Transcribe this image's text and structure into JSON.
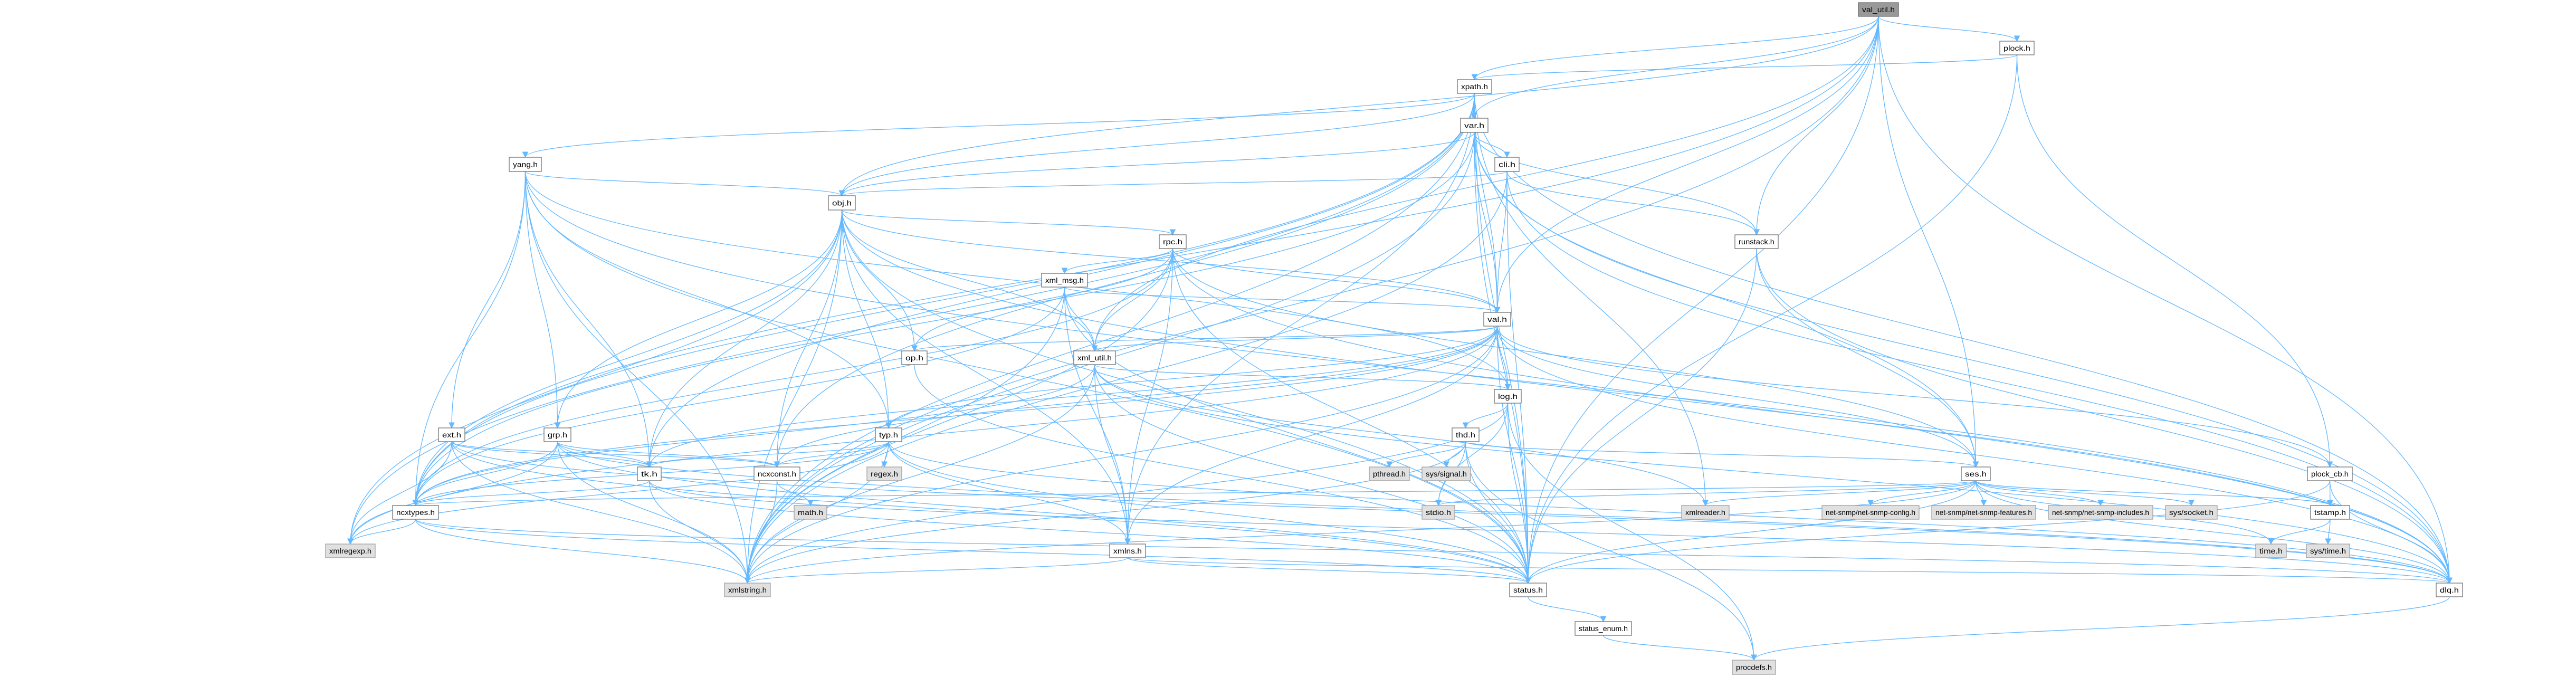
{
  "graph": {
    "root": "val_util.h",
    "colors": {
      "edge": "#63b8ff",
      "node_border": "#666666",
      "system_fill": "#e0e0e0",
      "root_fill": "#999999"
    },
    "nodes": [
      {
        "id": "val_util.h",
        "kind": "root"
      },
      {
        "id": "plock.h",
        "kind": "local"
      },
      {
        "id": "xpath.h",
        "kind": "local"
      },
      {
        "id": "var.h",
        "kind": "local"
      },
      {
        "id": "cli.h",
        "kind": "local"
      },
      {
        "id": "yang.h",
        "kind": "local"
      },
      {
        "id": "obj.h",
        "kind": "local"
      },
      {
        "id": "rpc.h",
        "kind": "local"
      },
      {
        "id": "runstack.h",
        "kind": "local"
      },
      {
        "id": "xml_msg.h",
        "kind": "local"
      },
      {
        "id": "val.h",
        "kind": "local"
      },
      {
        "id": "op.h",
        "kind": "local"
      },
      {
        "id": "xml_util.h",
        "kind": "local"
      },
      {
        "id": "log.h",
        "kind": "local"
      },
      {
        "id": "ext.h",
        "kind": "local"
      },
      {
        "id": "grp.h",
        "kind": "local"
      },
      {
        "id": "typ.h",
        "kind": "local"
      },
      {
        "id": "thd.h",
        "kind": "local"
      },
      {
        "id": "tk.h",
        "kind": "local"
      },
      {
        "id": "ncxconst.h",
        "kind": "local"
      },
      {
        "id": "regex.h",
        "kind": "system"
      },
      {
        "id": "pthread.h",
        "kind": "system"
      },
      {
        "id": "sys/signal.h",
        "kind": "system"
      },
      {
        "id": "ses.h",
        "kind": "local"
      },
      {
        "id": "plock_cb.h",
        "kind": "local"
      },
      {
        "id": "ncxtypes.h",
        "kind": "local"
      },
      {
        "id": "math.h",
        "kind": "system"
      },
      {
        "id": "stdio.h",
        "kind": "system"
      },
      {
        "id": "xmlreader.h",
        "kind": "system"
      },
      {
        "id": "net-snmp/net-snmp-config.h",
        "kind": "system"
      },
      {
        "id": "net-snmp/net-snmp-features.h",
        "kind": "system"
      },
      {
        "id": "net-snmp/net-snmp-includes.h",
        "kind": "system"
      },
      {
        "id": "sys/socket.h",
        "kind": "system"
      },
      {
        "id": "tstamp.h",
        "kind": "local"
      },
      {
        "id": "xmlregexp.h",
        "kind": "system"
      },
      {
        "id": "xmlns.h",
        "kind": "local"
      },
      {
        "id": "time.h",
        "kind": "system"
      },
      {
        "id": "sys/time.h",
        "kind": "system"
      },
      {
        "id": "xmlstring.h",
        "kind": "system"
      },
      {
        "id": "status.h",
        "kind": "local"
      },
      {
        "id": "dlq.h",
        "kind": "local"
      },
      {
        "id": "status_enum.h",
        "kind": "local"
      },
      {
        "id": "procdefs.h",
        "kind": "system"
      }
    ],
    "edges": [
      [
        "val_util.h",
        "xmlstring.h"
      ],
      [
        "val_util.h",
        "plock.h"
      ],
      [
        "val_util.h",
        "xpath.h"
      ],
      [
        "val_util.h",
        "var.h"
      ],
      [
        "val_util.h",
        "obj.h"
      ],
      [
        "val_util.h",
        "runstack.h"
      ],
      [
        "val_util.h",
        "val.h"
      ],
      [
        "val_util.h",
        "ses.h"
      ],
      [
        "val_util.h",
        "ncxtypes.h"
      ],
      [
        "val_util.h",
        "status.h"
      ],
      [
        "val_util.h",
        "dlq.h"
      ],
      [
        "val_util.h",
        "xml_util.h"
      ],
      [
        "plock.h",
        "xpath.h"
      ],
      [
        "plock.h",
        "plock_cb.h"
      ],
      [
        "plock.h",
        "status.h"
      ],
      [
        "xpath.h",
        "xmlstring.h"
      ],
      [
        "xpath.h",
        "xmlregexp.h"
      ],
      [
        "xpath.h",
        "var.h"
      ],
      [
        "xpath.h",
        "yang.h"
      ],
      [
        "xpath.h",
        "obj.h"
      ],
      [
        "xpath.h",
        "val.h"
      ],
      [
        "xpath.h",
        "tk.h"
      ],
      [
        "xpath.h",
        "ncxtypes.h"
      ],
      [
        "xpath.h",
        "ncxconst.h"
      ],
      [
        "xpath.h",
        "xmlreader.h"
      ],
      [
        "xpath.h",
        "status.h"
      ],
      [
        "xpath.h",
        "dlq.h"
      ],
      [
        "xpath.h",
        "xmlns.h"
      ],
      [
        "var.h",
        "xmlstring.h"
      ],
      [
        "var.h",
        "cli.h"
      ],
      [
        "var.h",
        "obj.h"
      ],
      [
        "var.h",
        "val.h"
      ],
      [
        "var.h",
        "runstack.h"
      ],
      [
        "var.h",
        "ses.h"
      ],
      [
        "var.h",
        "ncxtypes.h"
      ],
      [
        "var.h",
        "status.h"
      ],
      [
        "var.h",
        "dlq.h"
      ],
      [
        "cli.h",
        "xmlstring.h"
      ],
      [
        "cli.h",
        "obj.h"
      ],
      [
        "cli.h",
        "val.h"
      ],
      [
        "cli.h",
        "runstack.h"
      ],
      [
        "cli.h",
        "status.h"
      ],
      [
        "cli.h",
        "dlq.h"
      ],
      [
        "yang.h",
        "xmlstring.h"
      ],
      [
        "yang.h",
        "obj.h"
      ],
      [
        "yang.h",
        "ext.h"
      ],
      [
        "yang.h",
        "grp.h"
      ],
      [
        "yang.h",
        "typ.h"
      ],
      [
        "yang.h",
        "tk.h"
      ],
      [
        "yang.h",
        "ncxtypes.h"
      ],
      [
        "yang.h",
        "status.h"
      ],
      [
        "yang.h",
        "dlq.h"
      ],
      [
        "yang.h",
        "log.h"
      ],
      [
        "obj.h",
        "xmlstring.h"
      ],
      [
        "obj.h",
        "xmlregexp.h"
      ],
      [
        "obj.h",
        "rpc.h"
      ],
      [
        "obj.h",
        "grp.h"
      ],
      [
        "obj.h",
        "typ.h"
      ],
      [
        "obj.h",
        "tk.h"
      ],
      [
        "obj.h",
        "ncxconst.h"
      ],
      [
        "obj.h",
        "ncxtypes.h"
      ],
      [
        "obj.h",
        "xml_util.h"
      ],
      [
        "obj.h",
        "xmlns.h"
      ],
      [
        "obj.h",
        "status.h"
      ],
      [
        "obj.h",
        "dlq.h"
      ],
      [
        "obj.h",
        "op.h"
      ],
      [
        "obj.h",
        "val.h"
      ],
      [
        "rpc.h",
        "xmlstring.h"
      ],
      [
        "rpc.h",
        "xml_msg.h"
      ],
      [
        "rpc.h",
        "val.h"
      ],
      [
        "rpc.h",
        "xml_util.h"
      ],
      [
        "rpc.h",
        "ses.h"
      ],
      [
        "rpc.h",
        "status.h"
      ],
      [
        "rpc.h",
        "xmlns.h"
      ],
      [
        "rpc.h",
        "ncxtypes.h"
      ],
      [
        "rpc.h",
        "dlq.h"
      ],
      [
        "rpc.h",
        "op.h"
      ],
      [
        "runstack.h",
        "ses.h"
      ],
      [
        "runstack.h",
        "status.h"
      ],
      [
        "runstack.h",
        "dlq.h"
      ],
      [
        "xml_msg.h",
        "xmlstring.h"
      ],
      [
        "xml_msg.h",
        "val.h"
      ],
      [
        "xml_msg.h",
        "xml_util.h"
      ],
      [
        "xml_msg.h",
        "ncxtypes.h"
      ],
      [
        "xml_msg.h",
        "status.h"
      ],
      [
        "xml_msg.h",
        "xmlns.h"
      ],
      [
        "val.h",
        "xmlstring.h"
      ],
      [
        "val.h",
        "xmlregexp.h"
      ],
      [
        "val.h",
        "op.h"
      ],
      [
        "val.h",
        "xml_util.h"
      ],
      [
        "val.h",
        "log.h"
      ],
      [
        "val.h",
        "typ.h"
      ],
      [
        "val.h",
        "tk.h"
      ],
      [
        "val.h",
        "ncxconst.h"
      ],
      [
        "val.h",
        "ncxtypes.h"
      ],
      [
        "val.h",
        "ses.h"
      ],
      [
        "val.h",
        "plock_cb.h"
      ],
      [
        "val.h",
        "xmlns.h"
      ],
      [
        "val.h",
        "status.h"
      ],
      [
        "val.h",
        "dlq.h"
      ],
      [
        "op.h",
        "status.h"
      ],
      [
        "xml_util.h",
        "xmlstring.h"
      ],
      [
        "xml_util.h",
        "xmlreader.h"
      ],
      [
        "xml_util.h",
        "log.h"
      ],
      [
        "xml_util.h",
        "ncxtypes.h"
      ],
      [
        "xml_util.h",
        "xmlns.h"
      ],
      [
        "xml_util.h",
        "status.h"
      ],
      [
        "xml_util.h",
        "dlq.h"
      ],
      [
        "log.h",
        "thd.h"
      ],
      [
        "log.h",
        "stdio.h"
      ],
      [
        "log.h",
        "status.h"
      ],
      [
        "log.h",
        "procdefs.h"
      ],
      [
        "log.h",
        "xmlstring.h"
      ],
      [
        "ext.h",
        "xmlstring.h"
      ],
      [
        "ext.h",
        "xmlregexp.h"
      ],
      [
        "ext.h",
        "tk.h"
      ],
      [
        "ext.h",
        "ncxconst.h"
      ],
      [
        "ext.h",
        "ncxtypes.h"
      ],
      [
        "ext.h",
        "status.h"
      ],
      [
        "ext.h",
        "dlq.h"
      ],
      [
        "grp.h",
        "xmlstring.h"
      ],
      [
        "grp.h",
        "xmlregexp.h"
      ],
      [
        "grp.h",
        "tk.h"
      ],
      [
        "grp.h",
        "ncxconst.h"
      ],
      [
        "grp.h",
        "ncxtypes.h"
      ],
      [
        "grp.h",
        "status.h"
      ],
      [
        "grp.h",
        "dlq.h"
      ],
      [
        "typ.h",
        "xmlstring.h"
      ],
      [
        "typ.h",
        "xmlregexp.h"
      ],
      [
        "typ.h",
        "regex.h"
      ],
      [
        "typ.h",
        "tk.h"
      ],
      [
        "typ.h",
        "ncxconst.h"
      ],
      [
        "typ.h",
        "ncxtypes.h"
      ],
      [
        "typ.h",
        "xmlns.h"
      ],
      [
        "typ.h",
        "status.h"
      ],
      [
        "typ.h",
        "dlq.h"
      ],
      [
        "thd.h",
        "pthread.h"
      ],
      [
        "thd.h",
        "sys/signal.h"
      ],
      [
        "thd.h",
        "stdio.h"
      ],
      [
        "thd.h",
        "ses.h"
      ],
      [
        "thd.h",
        "status.h"
      ],
      [
        "thd.h",
        "xmlstring.h"
      ],
      [
        "thd.h",
        "procdefs.h"
      ],
      [
        "tk.h",
        "xmlstring.h"
      ],
      [
        "tk.h",
        "ncxtypes.h"
      ],
      [
        "tk.h",
        "status.h"
      ],
      [
        "tk.h",
        "dlq.h"
      ],
      [
        "ncxconst.h",
        "xmlstring.h"
      ],
      [
        "ncxconst.h",
        "math.h"
      ],
      [
        "ses.h",
        "xmlstring.h"
      ],
      [
        "ses.h",
        "xmlreader.h"
      ],
      [
        "ses.h",
        "net-snmp/net-snmp-config.h"
      ],
      [
        "ses.h",
        "net-snmp/net-snmp-features.h"
      ],
      [
        "ses.h",
        "net-snmp/net-snmp-includes.h"
      ],
      [
        "ses.h",
        "sys/socket.h"
      ],
      [
        "ses.h",
        "time.h"
      ],
      [
        "ses.h",
        "tstamp.h"
      ],
      [
        "ses.h",
        "ncxtypes.h"
      ],
      [
        "ses.h",
        "stdio.h"
      ],
      [
        "ses.h",
        "status.h"
      ],
      [
        "ses.h",
        "dlq.h"
      ],
      [
        "plock_cb.h",
        "tstamp.h"
      ],
      [
        "plock_cb.h",
        "status.h"
      ],
      [
        "plock_cb.h",
        "dlq.h"
      ],
      [
        "ncxtypes.h",
        "xmlstring.h"
      ],
      [
        "ncxtypes.h",
        "xmlregexp.h"
      ],
      [
        "ncxtypes.h",
        "status.h"
      ],
      [
        "ncxtypes.h",
        "dlq.h"
      ],
      [
        "tstamp.h",
        "time.h"
      ],
      [
        "tstamp.h",
        "sys/time.h"
      ],
      [
        "xmlns.h",
        "xmlstring.h"
      ],
      [
        "xmlns.h",
        "status.h"
      ],
      [
        "xmlns.h",
        "dlq.h"
      ],
      [
        "status.h",
        "status_enum.h"
      ],
      [
        "status_enum.h",
        "procdefs.h"
      ],
      [
        "dlq.h",
        "procdefs.h"
      ]
    ]
  }
}
